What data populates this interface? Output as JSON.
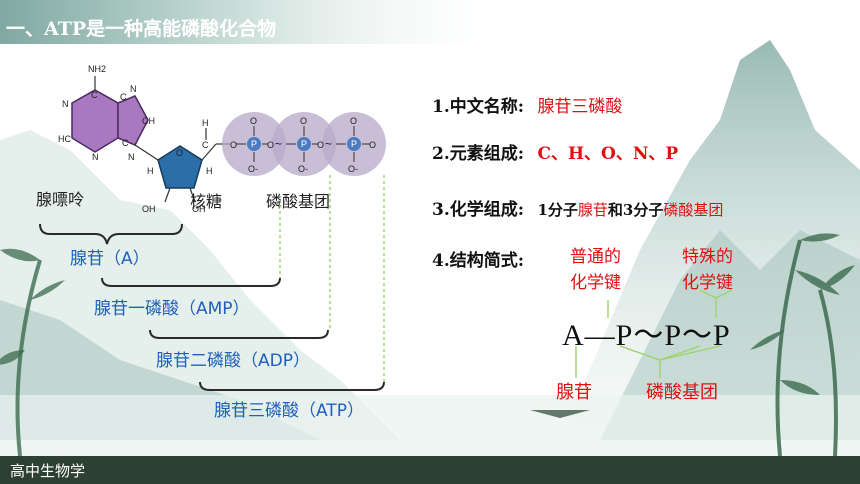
{
  "title": "一、ATP是一种高能磷酸化合物",
  "molecule": {
    "atoms": {
      "nh2": "NH2",
      "n": "N",
      "c": "C",
      "ch": "CH",
      "hc": "HC",
      "h": "H",
      "o": "O",
      "oh": "OH",
      "p": "P",
      "o_minus": "O-",
      "tilde": "~"
    },
    "labels": {
      "adenine": "腺嘌呤",
      "ribose": "核糖",
      "phosphate": "磷酸基团"
    }
  },
  "brackets": {
    "adenosine": "腺苷（A）",
    "amp": "腺苷一磷酸（AMP）",
    "adp": "腺苷二磷酸（ADP）",
    "atp": "腺苷三磷酸（ATP）"
  },
  "info": {
    "item1_label": "1.中文名称:",
    "item1_value": "腺苷三磷酸",
    "item2_label": "2.元素组成:",
    "item2_value": "C、H、O、N、P",
    "item3_label": "3.化学组成:",
    "item3_p1": "1分子",
    "item3_p2": "腺苷",
    "item3_p3": "和3分子",
    "item3_p4": "磷酸基团",
    "item4_label": "4.结构简式:",
    "normal_bond": [
      "普通的",
      "化学键"
    ],
    "special_bond": [
      "特殊的",
      "化学键"
    ],
    "formula": "A—P～P～P",
    "adenosine": "腺苷",
    "phosphate": "磷酸基团"
  },
  "footer": "高中生物学"
}
